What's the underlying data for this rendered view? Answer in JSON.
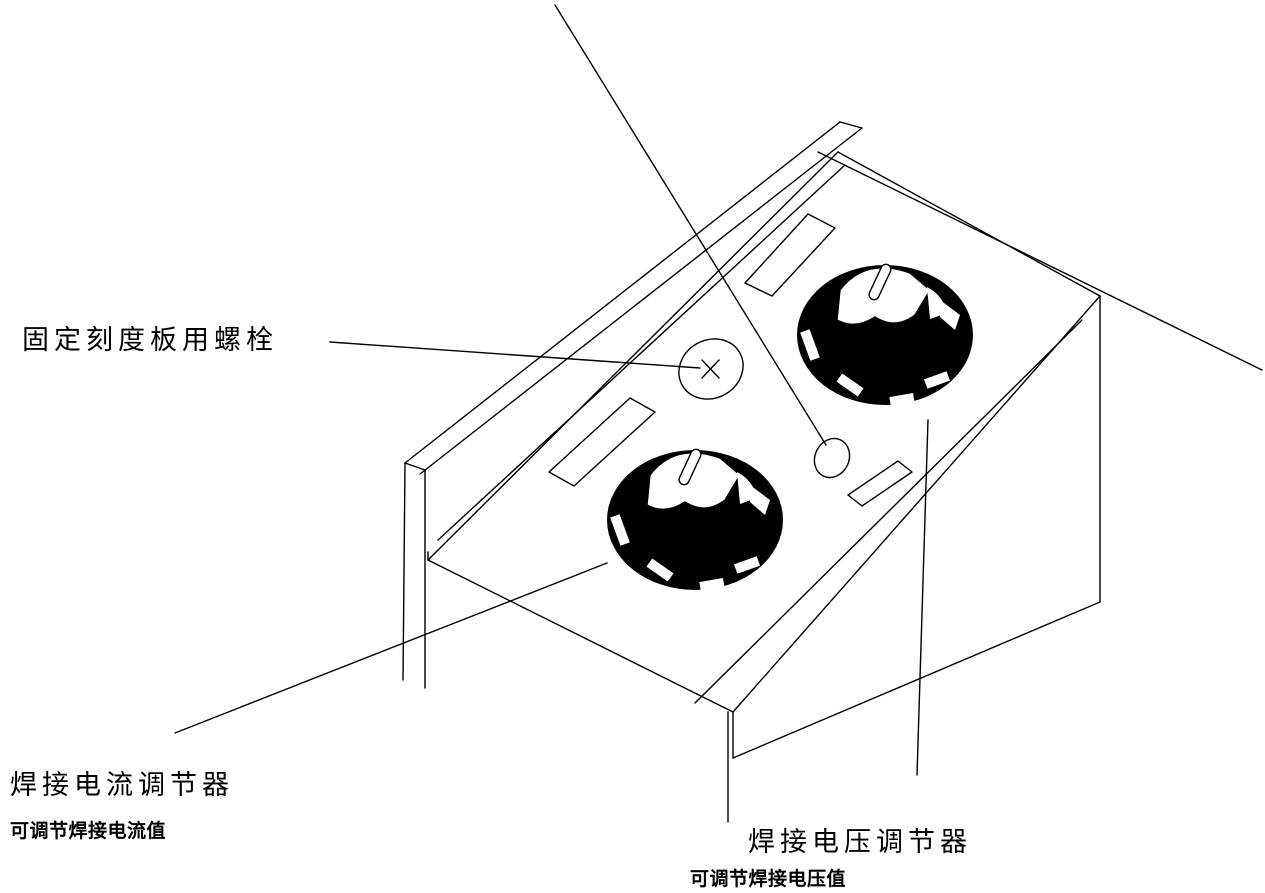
{
  "labels": {
    "bolt": "固定刻度板用螺栓",
    "current_regulator": "焊接电流调节器",
    "current_desc": "可调节焊接电流值",
    "voltage_regulator": "焊接电压调节器",
    "voltage_desc": "可调节焊接电压值"
  },
  "colors": {
    "line": "#000000",
    "background": "#ffffff",
    "knob": "#000000"
  },
  "icons": {
    "bolt": "cross-bolt-icon",
    "indicator": "round-indicator-icon",
    "knob": "rotary-knob-icon"
  }
}
